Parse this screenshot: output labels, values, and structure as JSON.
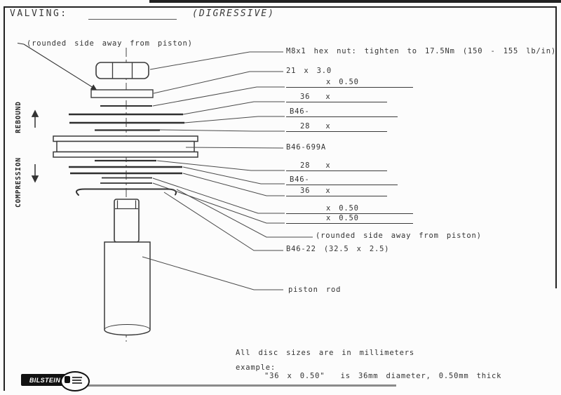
{
  "header": {
    "title": "VALVING:",
    "style_note": "(DIGRESSIVE)"
  },
  "side_labels": {
    "rebound": "REBOUND",
    "compression": "COMPRESSION"
  },
  "callouts": {
    "top_note": "(rounded side away from piston)",
    "hex_nut": "M8x1 hex nut: tighten to 17.5Nm (150 - 155 lb/in)",
    "washer_top": "21 x 3.0",
    "reb_disc_050": "x 0.50",
    "reb_disc_36": "36 x",
    "reb_b46": "B46-",
    "reb_disc_28": "28 x",
    "piston": "B46-699A",
    "comp_disc_28": "28 x",
    "comp_b46": "B46-",
    "comp_disc_36": "36 x",
    "comp_disc_050a": "x 0.50",
    "comp_disc_050b": "x 0.50",
    "rounded_note": "(rounded side away from piston)",
    "base_washer": "B46-22 (32.5 x 2.5)",
    "piston_rod": "piston rod"
  },
  "footnotes": {
    "units": "All disc sizes are in millimeters",
    "example_label": "example:",
    "example_text": "\"36 x 0.50\"  is 36mm diameter, 0.50mm thick"
  },
  "logo": {
    "brand": "BILSTEIN"
  },
  "colors": {
    "ink": "#333333",
    "line": "#3a3a3a",
    "paper": "#fcfcfc",
    "logo_black": "#111111"
  }
}
